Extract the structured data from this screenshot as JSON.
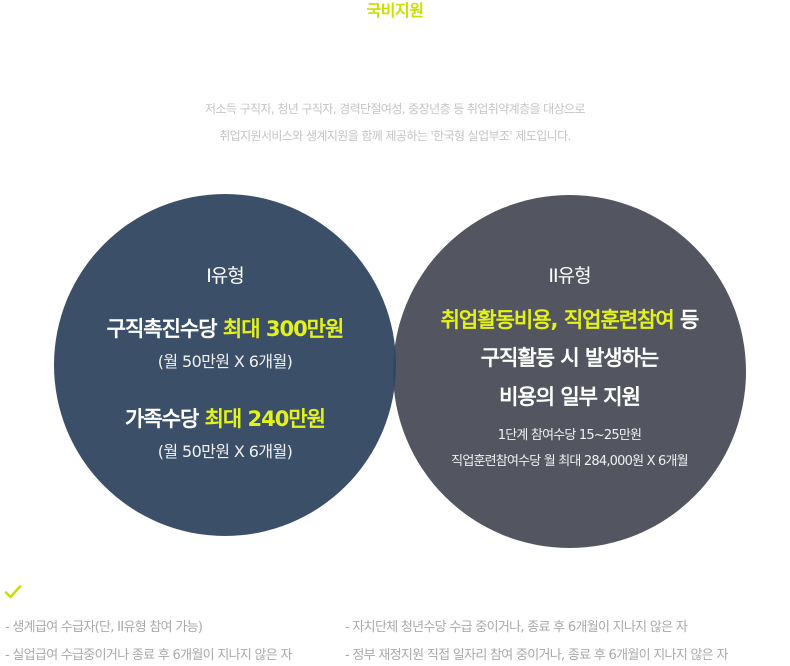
{
  "header": {
    "title": "국비지원"
  },
  "intro": {
    "line1": "저소득 구직자, 청년 구직자, 경력단절여성, 중장년층 등 취업취약계층을 대상으로",
    "line2": "취업지원서비스와 생계지원을 함께 제공하는 '한국형 실업부조' 제도입니다."
  },
  "type1": {
    "title": "I유형",
    "item1_label": "구직촉진수당 ",
    "item1_highlight": "최대 300만원",
    "item1_sub": "(월 50만원 X 6개월)",
    "item2_label": "가족수당 ",
    "item2_highlight": "최대 240만원",
    "item2_sub": "(월 50만원 X 6개월)"
  },
  "type2": {
    "title": "II유형",
    "line1_highlight": "취업활동비용, 직업훈련참여",
    "line1_rest": " 등",
    "line2": "구직활동 시 발생하는",
    "line3": "비용의 일부 지원",
    "detail1": "1단계 참여수당 15~25만원",
    "detail2": "직업훈련참여수당 월 최대 284,000원 X 6개월"
  },
  "conditions": {
    "left": [
      "- 생계급여 수급자(단, II유형 참여 가능)",
      "- 실업급여 수급중이거나 종료 후 6개월이 지나지 않은 자"
    ],
    "right": [
      "- 자치단체 청년수당 수급 중이거나, 종료 후 6개월이 지나지 않은 자",
      "- 정부 재정지원 직접 일자리 참여 중이거나, 종료 후 6개월이 지나지 않은 자"
    ]
  },
  "colors": {
    "accent": "#c9e000",
    "highlight": "#e3f21a",
    "circle_left": "#3b5068",
    "circle_right": "#535660",
    "overlap": "#34465b"
  }
}
